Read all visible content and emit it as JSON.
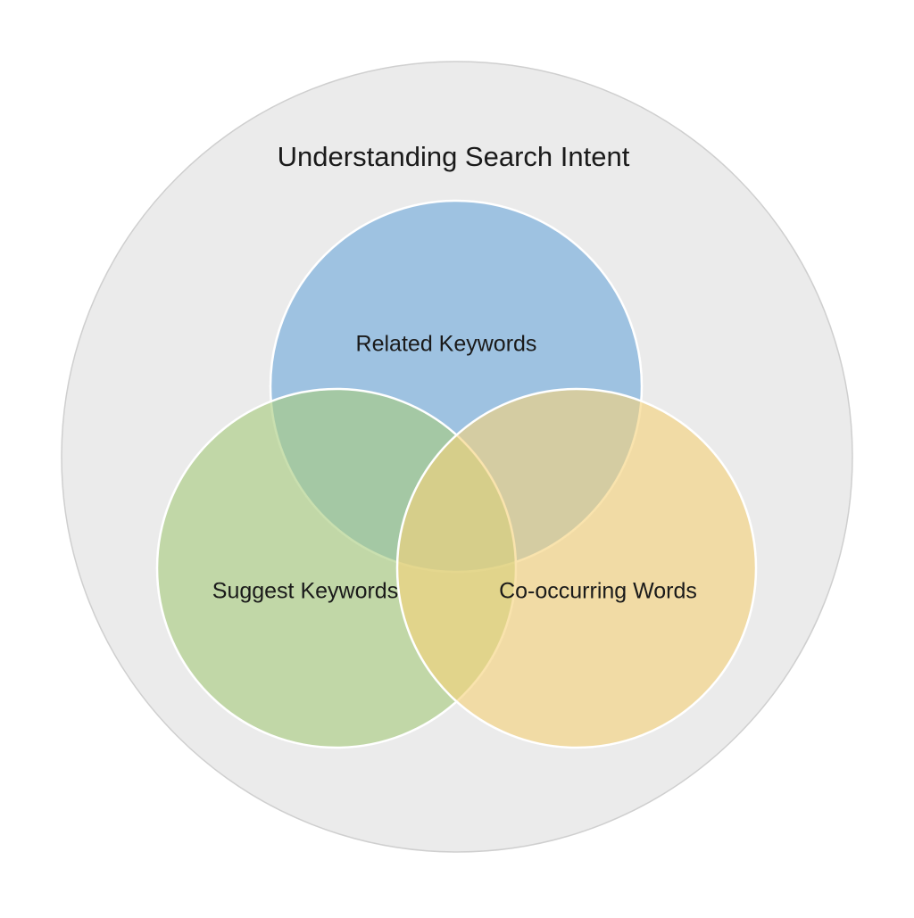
{
  "diagram": {
    "type": "venn",
    "title": "Understanding Search Intent",
    "sets": [
      {
        "id": "related",
        "label": "Related Keywords",
        "color": "#7fb2dd"
      },
      {
        "id": "suggest",
        "label": "Suggest Keywords",
        "color": "#a8cc7e"
      },
      {
        "id": "cooccur",
        "label": "Co-occurring Words",
        "color": "#f6d27a"
      }
    ],
    "container": {
      "color": "#ebebeb",
      "stroke": "#cfcfcf"
    }
  }
}
